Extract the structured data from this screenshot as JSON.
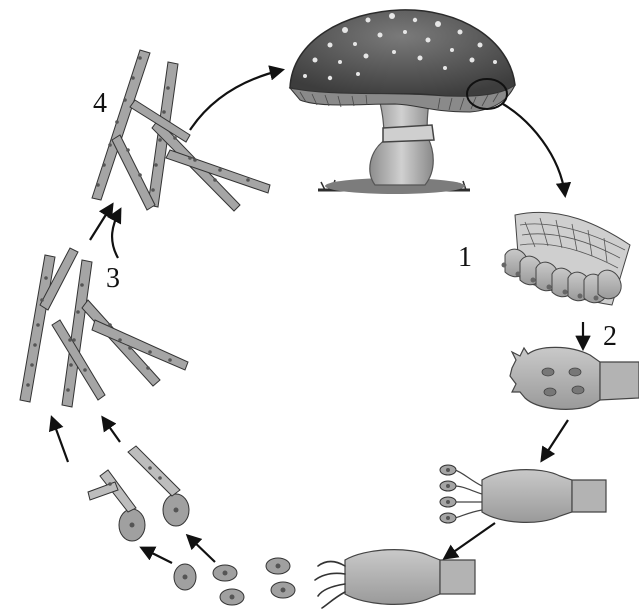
{
  "labels": {
    "one": "1",
    "two": "2",
    "three": "3",
    "four": "4"
  },
  "colors": {
    "ink": "#111111",
    "cap": "#5b5b5b",
    "cap_dark": "#3a3a3a",
    "gill": "#8a8a8a",
    "stem": "#a8a8a8",
    "cell": "#8f8f8f",
    "cell_light": "#bdbdbd",
    "nucleus": "#444444",
    "grass": "#2e2e2e"
  }
}
